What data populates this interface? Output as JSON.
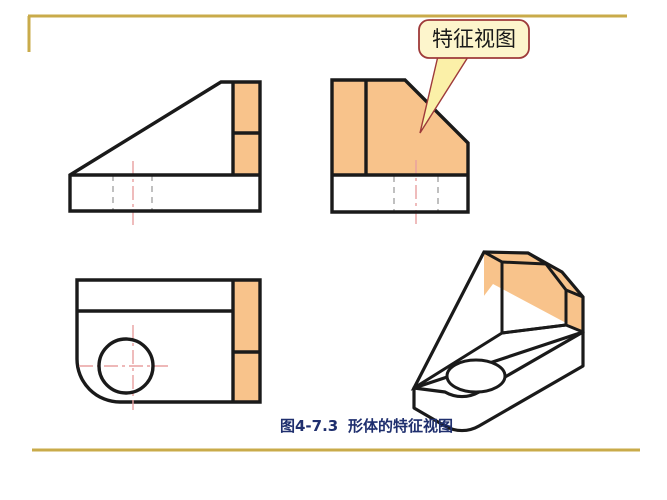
{
  "slide": {
    "background_color": "#ffffff",
    "frame_color": "#c9ab4a",
    "highlight_fill": "#f8c38b",
    "outline_color": "#1a1a1a",
    "hidden_line_color": "#b0b0b0",
    "center_line_color": "#e8a0a0"
  },
  "callout": {
    "label": "特征视图",
    "fill": "#fdf5cc",
    "border_color": "#9e3a3a",
    "tail_fill": "#fbf0a8"
  },
  "caption": {
    "figure_number": "图4-7.3",
    "title": "形体的特征视图",
    "color": "#1f2f6e"
  },
  "views": [
    {
      "name": "front-view",
      "position": "top-left",
      "description": "左视图 斜面楔形体",
      "highlight_panels": 2
    },
    {
      "name": "characteristic-view",
      "position": "top-right",
      "description": "特征视图 带切角的轮廓",
      "highlight_panels": 1
    },
    {
      "name": "top-view",
      "position": "bottom-left",
      "description": "俯视图 带圆孔与圆角",
      "highlight_panels": 2
    },
    {
      "name": "isometric-view",
      "position": "bottom-right",
      "description": "立体图 轴测投影",
      "highlight_panels": 3
    }
  ]
}
